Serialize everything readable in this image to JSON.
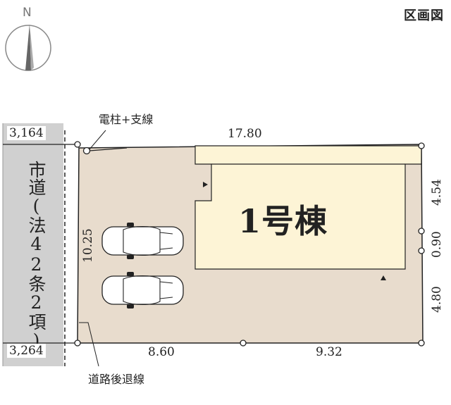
{
  "title": "区画図",
  "compass": {
    "label": "N"
  },
  "road": {
    "label": "市道(法42条2項)",
    "width_top": "3,164",
    "width_bottom": "3,264"
  },
  "building": {
    "label": "1号棟"
  },
  "dimensions": {
    "top": "17.80",
    "left": "10.25",
    "bottom_left": "8.60",
    "bottom_right": "9.32",
    "right_top": "4.54",
    "right_mid": "0.90",
    "right_bottom": "4.80"
  },
  "annotations": {
    "pole": "電柱+支線",
    "setback": "道路後退線"
  },
  "colors": {
    "lot": "#e8dccd",
    "building": "#fdf4d6",
    "road": "#cfcfcf",
    "line": "#222222"
  },
  "icons": [
    "compass-icon",
    "car-icon",
    "entrance-marker-icon"
  ]
}
